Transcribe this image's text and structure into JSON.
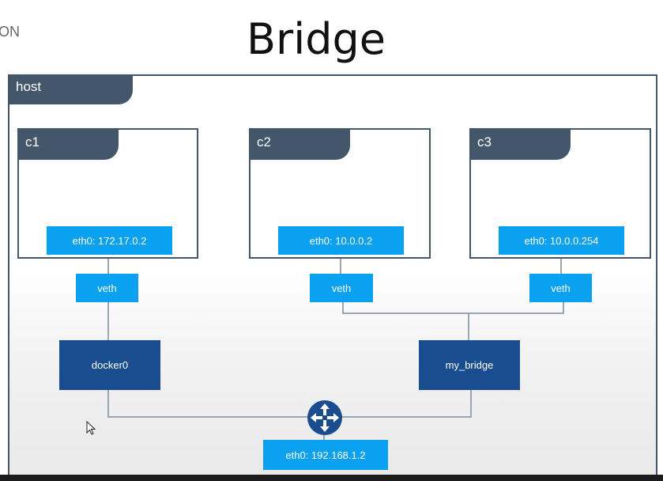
{
  "corner_text": "ON",
  "title": "Bridge",
  "host": {
    "label": "host"
  },
  "containers": [
    {
      "label": "c1",
      "eth0": "eth0: 172.17.0.2",
      "veth": "veth"
    },
    {
      "label": "c2",
      "eth0": "eth0: 10.0.0.2",
      "veth": "veth"
    },
    {
      "label": "c3",
      "eth0": "eth0: 10.0.0.254",
      "veth": "veth"
    }
  ],
  "bridges": {
    "docker0": "docker0",
    "my_bridge": "my_bridge"
  },
  "host_eth0": "eth0: 192.168.1.2",
  "colors": {
    "frame": "#44566a",
    "interface": "#0aa2f0",
    "bridge": "#1a4d8f",
    "router": "#1a4d8f"
  },
  "icons": {
    "router": "router-icon",
    "cursor": "mouse-cursor-icon"
  }
}
